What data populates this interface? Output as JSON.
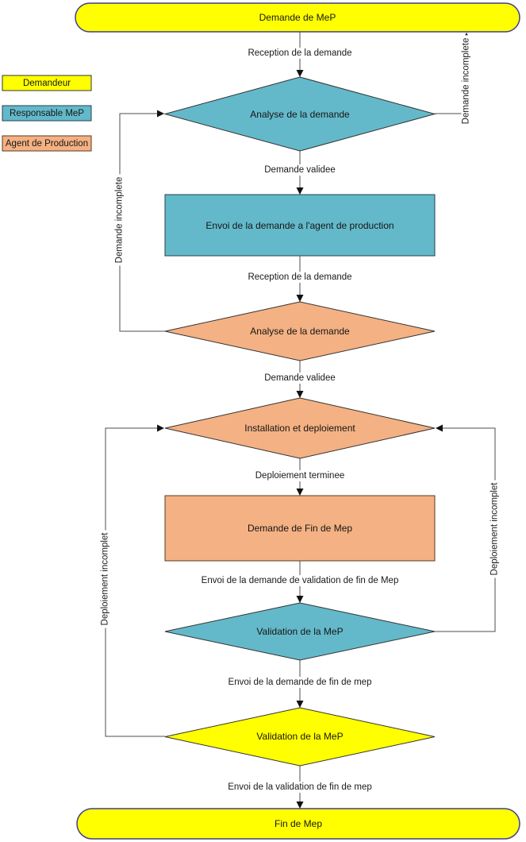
{
  "colors": {
    "yellow": "#ffff00",
    "blue": "#63b9c9",
    "orange": "#f4b183",
    "pill_border": "#3f3f8c"
  },
  "legend": {
    "items": [
      {
        "label": "Demandeur",
        "swatch": "yellow"
      },
      {
        "label": "Responsable MeP",
        "swatch": "blue"
      },
      {
        "label": "Agent de Production",
        "swatch": "orange"
      }
    ]
  },
  "nodes": {
    "start": "Demande de MeP",
    "analyse_demande_1": "Analyse de la demande",
    "envoi_agent": "Envoi de la demande a l'agent de production",
    "analyse_demande_2": "Analyse de la demande",
    "installation": "Installation et deploiement",
    "demande_fin_mep": "Demande de Fin de Mep",
    "validation_mep_responsable": "Validation de la MeP",
    "validation_mep_demandeur": "Validation de la MeP",
    "end": "Fin de Mep"
  },
  "edges": {
    "reception_1": "Reception de la demande",
    "validee_1": "Demande validee",
    "reception_2": "Reception de la demande",
    "validee_2": "Demande validee",
    "terminee": "Deploiement terminee",
    "envoi_demande_validation_fin": "Envoi de la demande de validation de fin de Mep",
    "envoi_demande_fin": "Envoi de la demande de fin de mep",
    "envoi_validation_fin": "Envoi de la validation de fin de mep",
    "demande_incomplete_left": "Demande incomplete",
    "demande_incomplete_right": "Demande incomplete",
    "deploiement_incomplet_left": "Deploiement incomplet",
    "deploiement_incomplet_right": "Deploiement incomplet"
  }
}
